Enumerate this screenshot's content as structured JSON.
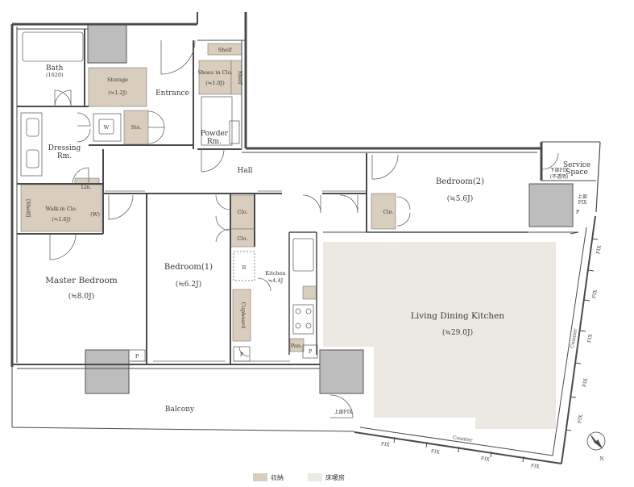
{
  "rooms": {
    "bath": {
      "name": "Bath",
      "size": "(1620)"
    },
    "storage": {
      "name": "Storage",
      "size": "(≒1.2J)"
    },
    "entrance": {
      "name": "Entrance"
    },
    "shelf_top": {
      "name": "Shelf"
    },
    "shoes_in_closet": {
      "name": "Shoes in Clo.",
      "size": "(≒1.0J)"
    },
    "shelf_side": {
      "name": "Shelf"
    },
    "powder_room": {
      "line1": "Powder",
      "line2": "Rm."
    },
    "washer": {
      "name": "W"
    },
    "sto": {
      "name": "Sto."
    },
    "dressing_room": {
      "line1": "Dressing",
      "line2": "Rm."
    },
    "linen": {
      "name": "Lin."
    },
    "hall": {
      "name": "Hall"
    },
    "bedroom2": {
      "name": "Bedroom(2)",
      "size": "(≒5.6J)"
    },
    "service_space": {
      "line1": "Service",
      "line2": "Space"
    },
    "lower_fix_opaque": {
      "line1": "下部FIX",
      "line2": "(不透明)"
    },
    "upper_fix_1": {
      "line1": "上部",
      "line2": "FIX"
    },
    "walk_in_closet": {
      "name": "Walk-in Clo.",
      "size": "(≒1.6J)"
    },
    "shelf_wic": {
      "name": "[Shelf]"
    },
    "w_wic": {
      "name": "(W)"
    },
    "closet_1": {
      "name": "Clo."
    },
    "closet_2": {
      "name": "Clo."
    },
    "closet_3": {
      "name": "Clo."
    },
    "master_bedroom": {
      "name": "Master Bedroom",
      "size": "(≒8.0J)"
    },
    "bedroom1": {
      "name": "Bedroom(1)",
      "size": "(≒6.2J)"
    },
    "refrigerator": {
      "name": "R"
    },
    "kitchen": {
      "name": "Kitchen",
      "size": "≒4.4J"
    },
    "cupboard": {
      "name": "Cupboard"
    },
    "ldk": {
      "name": "Living Dining Kitchen",
      "size": "(≒29.0J)"
    },
    "pantry": {
      "name": "Pan."
    },
    "balcony": {
      "name": "Balcony"
    },
    "upper_fix_2": {
      "name": "上部FIX"
    },
    "p1": {
      "name": "P"
    },
    "p2": {
      "name": "P"
    },
    "p3": {
      "name": "P"
    },
    "p4": {
      "name": "P"
    }
  },
  "windows": {
    "fix": "FIX",
    "counter_right": "Counter",
    "counter_bottom": "Counter"
  },
  "compass": {
    "label": "N"
  },
  "legend": {
    "storage_label": "収納",
    "floor_heating_label": "床暖房",
    "storage_color": "#d9cdbd",
    "floor_heating_color": "#ece9e3"
  },
  "colors": {
    "wall": "#4a4a4a",
    "storage_fill": "#d9cdbd",
    "floor_heating_fill": "#ece9e3",
    "column_fill": "#bdbdbd",
    "line": "#5a5a5a"
  }
}
